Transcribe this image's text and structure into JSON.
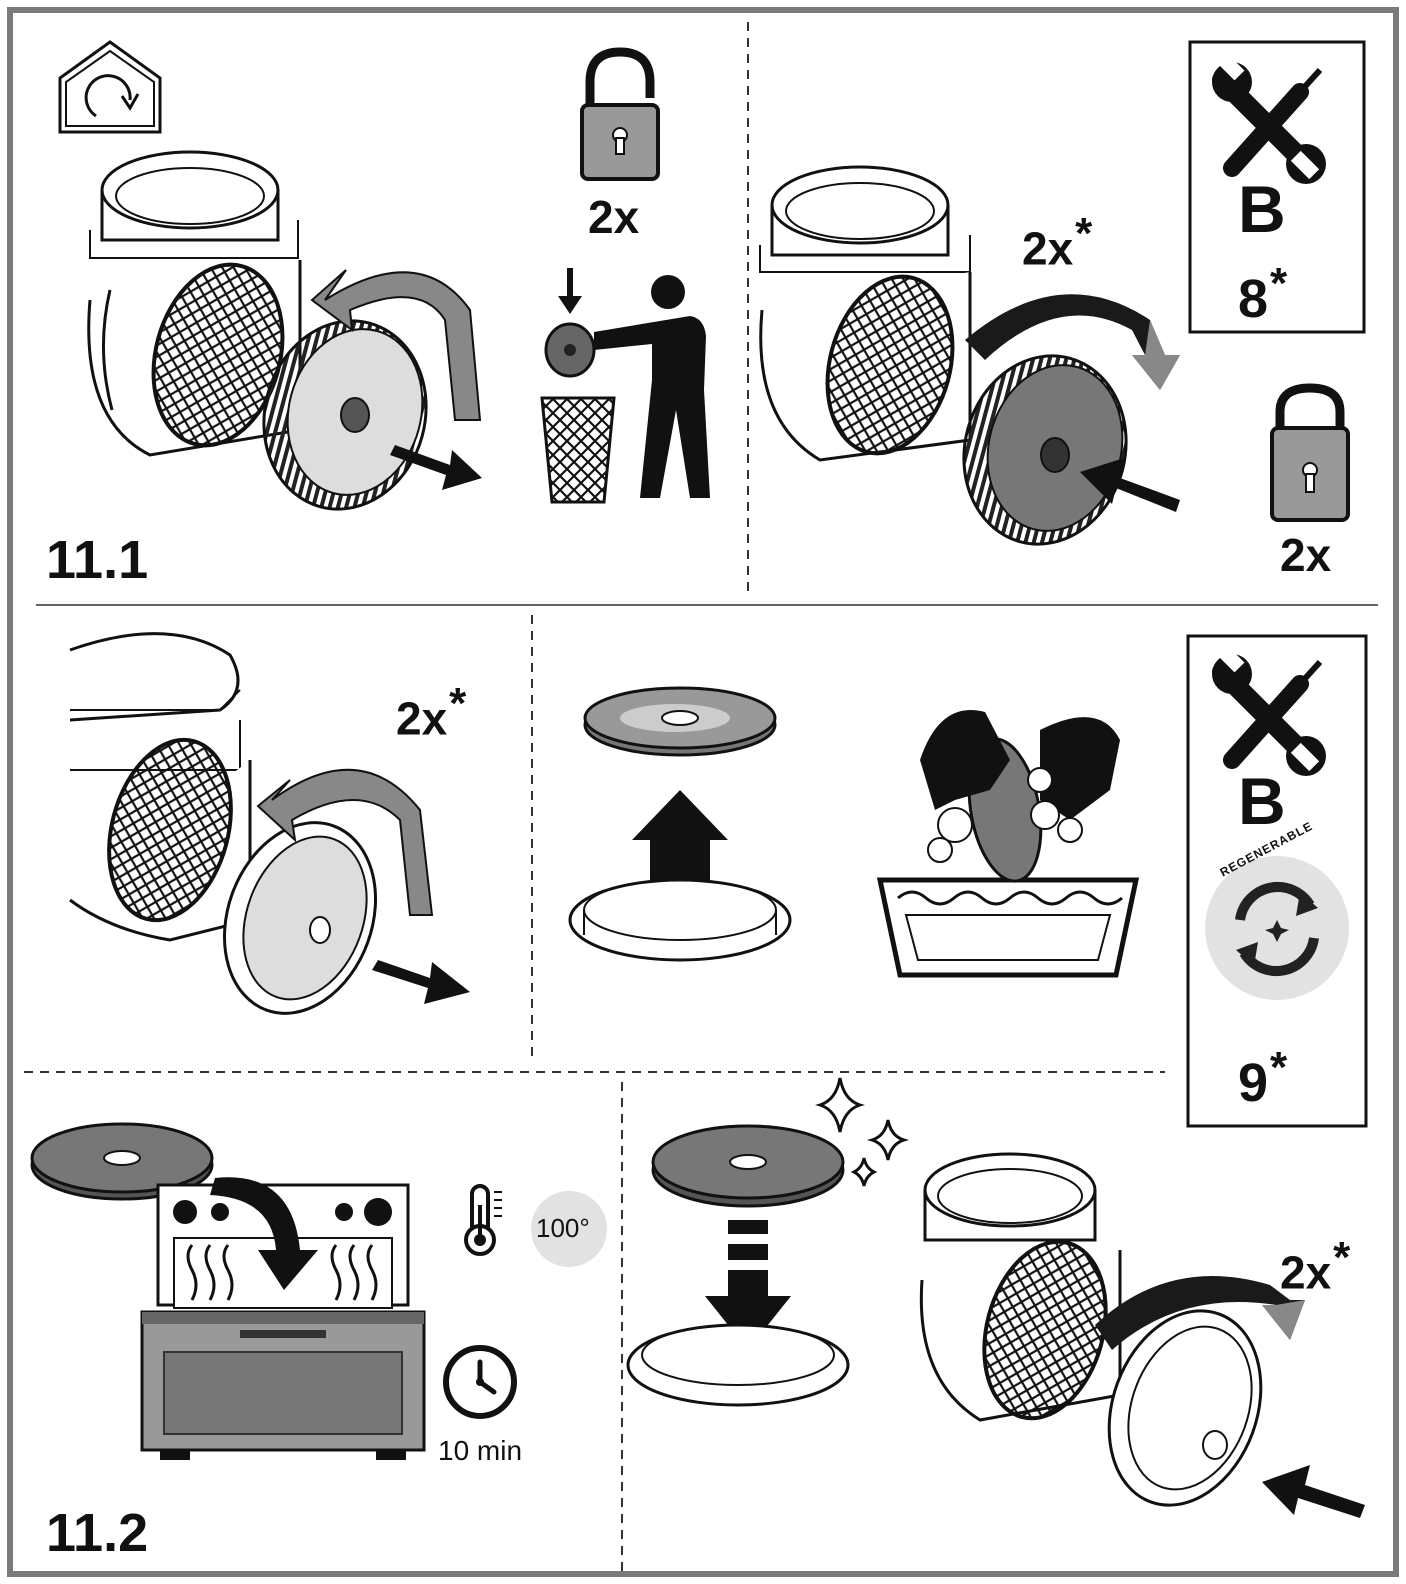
{
  "steps": {
    "top_label": "11.1",
    "bottom_label": "11.2"
  },
  "panel_remove_carbon": {
    "unlock_count": "2x"
  },
  "panel_install_carbon": {
    "rotate_count": "2x",
    "lock_count": "2x",
    "tool_box": {
      "letter": "B",
      "number": "8"
    }
  },
  "panel_remove_regen": {
    "rotate_count": "2x"
  },
  "panel_regenerable_box": {
    "letter": "B",
    "badge_text": "REGENERABLE",
    "number": "9"
  },
  "panel_oven": {
    "temperature": "100°",
    "duration": "10 min"
  },
  "panel_reinstall": {
    "rotate_count": "2x"
  },
  "asterisk": "*",
  "colors": {
    "frame": "#7a7a7a",
    "ink": "#111111",
    "mid_gray": "#8a8a8a",
    "light_gray": "#cfcfcf",
    "badge_bg": "#e2e2e2"
  }
}
